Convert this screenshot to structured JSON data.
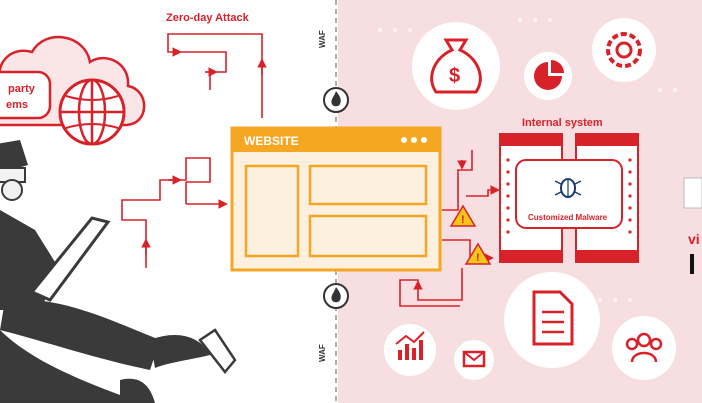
{
  "labels": {
    "zero_day_attack": "Zero-day Attack",
    "third_party_line1": "party",
    "third_party_line2": "ems",
    "waf_top": "WAF",
    "waf_bottom": "WAF",
    "website": "WEBSITE",
    "internal_system": "Internal system",
    "customized_malware": "Customized Malware",
    "brand_fragment": "vi"
  },
  "colors": {
    "red": "#d8222a",
    "orange": "#f5a623",
    "window_fill": "#fdf0df",
    "pink_bg": "#f7dfe1",
    "dark": "#3a3a3a"
  },
  "icons": [
    "cloud-globe-icon",
    "money-bag-icon",
    "pie-chart-icon",
    "gear-icon",
    "document-icon",
    "users-icon",
    "mail-icon",
    "analytics-icon",
    "bug-icon",
    "fire-icon",
    "warning-icon"
  ]
}
